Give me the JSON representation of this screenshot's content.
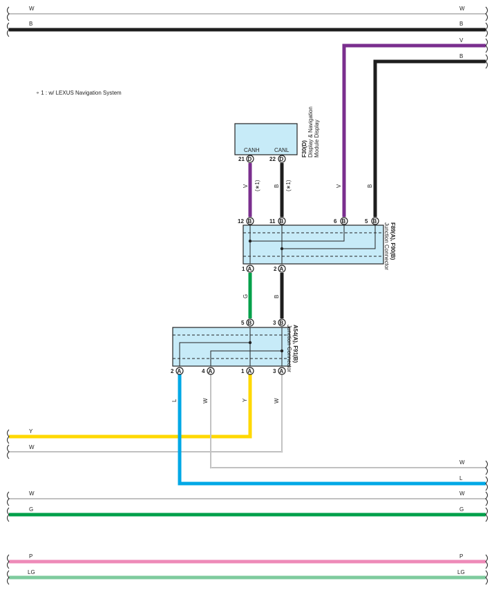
{
  "note": "∘ 1 : w/ LEXUS Navigation System",
  "colors": {
    "W": "#9a9a9a",
    "B": "#1e1e1e",
    "V": "#7a2e8e",
    "G": "#00a04a",
    "L": "#00a8e6",
    "Y": "#ffd800",
    "P": "#ee8ab8",
    "LG": "#7ecb9e",
    "box_fill": "#c7ebf8",
    "box_stroke": "#222222"
  },
  "bus_lines": [
    {
      "id": "bus-w-top",
      "color": "W",
      "left_label": "W",
      "right_label": "W"
    },
    {
      "id": "bus-b-top",
      "color": "B",
      "left_label": "B",
      "right_label": "B"
    },
    {
      "id": "bus-v-right",
      "color": "V",
      "left_label": "",
      "right_label": "V"
    },
    {
      "id": "bus-b-right",
      "color": "B",
      "left_label": "",
      "right_label": "B"
    },
    {
      "id": "bus-y",
      "color": "Y",
      "left_label": "Y",
      "right_label": ""
    },
    {
      "id": "bus-w-left",
      "color": "W",
      "left_label": "W",
      "right_label": ""
    },
    {
      "id": "bus-w-right",
      "color": "W",
      "left_label": "",
      "right_label": "W"
    },
    {
      "id": "bus-l-right",
      "color": "L",
      "left_label": "",
      "right_label": "L"
    },
    {
      "id": "bus-w-mid",
      "color": "W",
      "left_label": "W",
      "right_label": "W"
    },
    {
      "id": "bus-g",
      "color": "G",
      "left_label": "G",
      "right_label": "G"
    },
    {
      "id": "bus-p",
      "color": "P",
      "left_label": "P",
      "right_label": "P"
    },
    {
      "id": "bus-lg",
      "color": "LG",
      "left_label": "LG",
      "right_label": "LG"
    }
  ],
  "display": {
    "label_line1": "F30(D)",
    "label_line2": "Display & Navigation",
    "label_line3": "Module Display",
    "pins": [
      {
        "num": "21",
        "conn": "D",
        "name": "CANH"
      },
      {
        "num": "22",
        "conn": "D",
        "name": "CANL"
      }
    ]
  },
  "junction_upper": {
    "label_line1": "F89(A), F90(B)",
    "label_line2": "Junction Connector",
    "top_pins": [
      {
        "num": "12",
        "conn": "B"
      },
      {
        "num": "11",
        "conn": "B"
      },
      {
        "num": "6",
        "conn": "B"
      },
      {
        "num": "5",
        "conn": "B"
      }
    ],
    "bottom_pins": [
      {
        "num": "1",
        "conn": "A"
      },
      {
        "num": "2",
        "conn": "A"
      }
    ]
  },
  "junction_lower": {
    "label_line1": "A54(A), F91(B)",
    "label_line2": "Junction Connector",
    "top_pins": [
      {
        "num": "5",
        "conn": "B"
      },
      {
        "num": "3",
        "conn": "B"
      }
    ],
    "bottom_pins": [
      {
        "num": "2",
        "conn": "A"
      },
      {
        "num": "4",
        "conn": "A"
      },
      {
        "num": "1",
        "conn": "A"
      },
      {
        "num": "3",
        "conn": "A"
      }
    ]
  },
  "wire_labels": {
    "disp_canh": {
      "color": "V",
      "note": "(∗1)"
    },
    "disp_canl": {
      "color": "B",
      "note": "(∗1)"
    },
    "ju_pin6": {
      "color": "V"
    },
    "ju_pin5": {
      "color": "B"
    },
    "jl_g": {
      "color": "G"
    },
    "jl_b": {
      "color": "B"
    },
    "out_l": {
      "color": "L"
    },
    "out_w4": {
      "color": "W"
    },
    "out_y": {
      "color": "Y"
    },
    "out_w3": {
      "color": "W"
    }
  }
}
